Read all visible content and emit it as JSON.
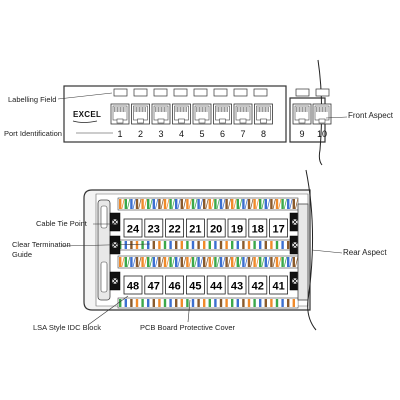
{
  "labels": {
    "labelling_field": "Labelling Field",
    "port_identification": "Port Identification",
    "front_aspect": "Front Aspect",
    "cable_tie_point": "Cable Tie Point",
    "clear_termination_guide_line1": "Clear Termination",
    "clear_termination_guide_line2": "Guide",
    "rear_aspect": "Rear Aspect",
    "lsa_style_idc_block": "LSA Style IDC Block",
    "pcb_board_protective_cover": "PCB Board Protective Cover"
  },
  "front": {
    "brand": "EXCEL",
    "ports": [
      "1",
      "2",
      "3",
      "4",
      "5",
      "6",
      "7",
      "8"
    ],
    "ports_right": [
      "9",
      "10"
    ]
  },
  "rear": {
    "top_row": [
      "24",
      "23",
      "22",
      "21",
      "20",
      "19",
      "18",
      "17"
    ],
    "bottom_row": [
      "48",
      "47",
      "46",
      "45",
      "44",
      "43",
      "42",
      "41"
    ]
  },
  "colors": {
    "orange": "#f08a2a",
    "green": "#3aa84a",
    "blue": "#3b6fd0",
    "brown": "#8a5a2b",
    "outline": "#333333"
  }
}
